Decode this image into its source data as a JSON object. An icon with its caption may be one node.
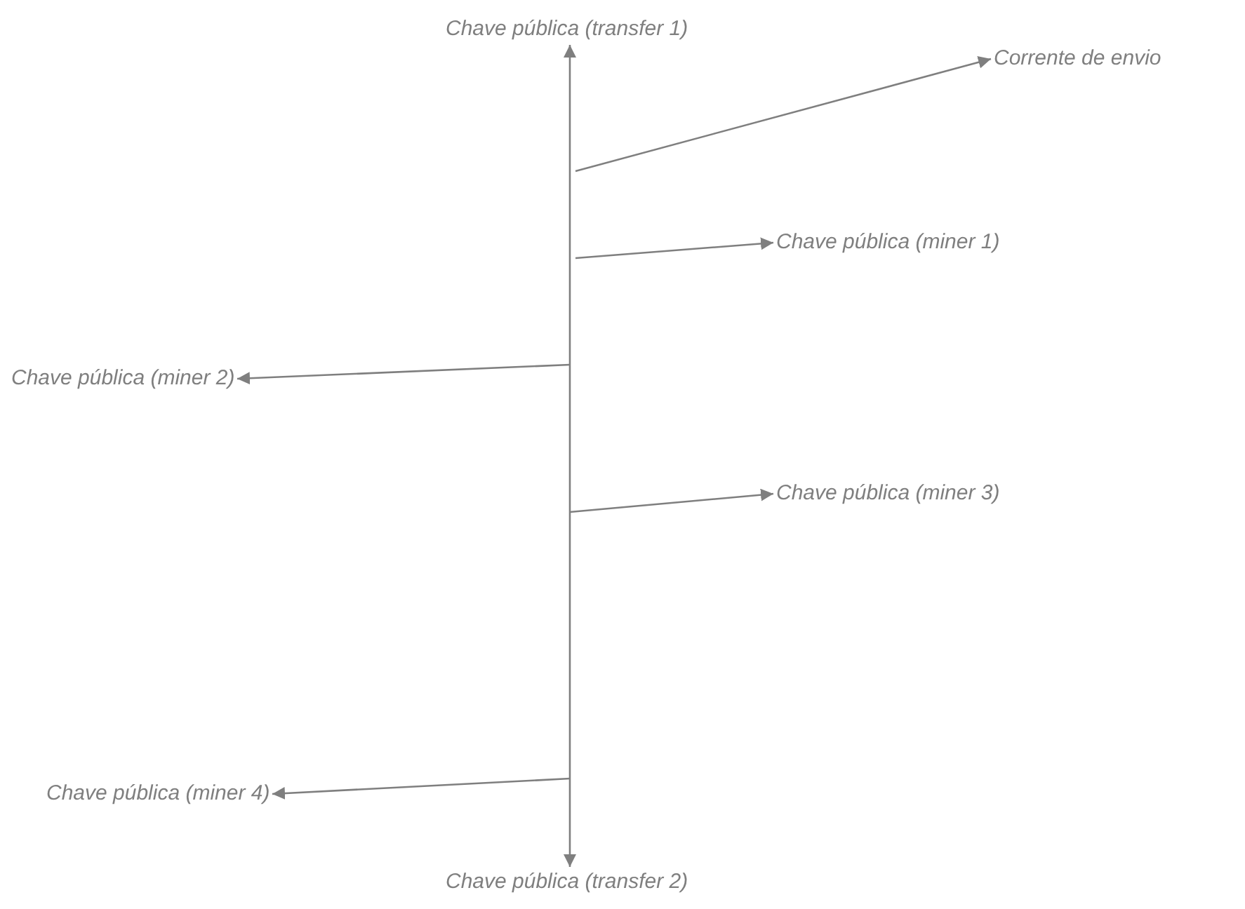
{
  "diagram": {
    "nodes": [
      {
        "text": [
          "Chave pública (transfer 1)"
        ]
      },
      {
        "text": [
          "Corrente de envio"
        ]
      },
      {
        "text": [
          "Chave pública (miner 1)"
        ]
      },
      {
        "text": [
          "Chave pública (miner 2)"
        ]
      },
      {
        "text": [
          "Chave pública (miner 3)"
        ]
      },
      {
        "text": [
          "Chave pública (miner 4)"
        ]
      },
      {
        "text": [
          "Chave pública (transfer 2)"
        ]
      }
    ],
    "edges": [
      {
        "from": 0,
        "to": 6,
        "arrow": "both"
      },
      {
        "from": null,
        "to": 1,
        "arrow": "to"
      },
      {
        "from": null,
        "to": 2,
        "arrow": "to"
      },
      {
        "from": null,
        "to": 3,
        "arrow": "to"
      },
      {
        "from": null,
        "to": 4,
        "arrow": "to"
      },
      {
        "from": null,
        "to": 5,
        "arrow": "to"
      }
    ]
  }
}
